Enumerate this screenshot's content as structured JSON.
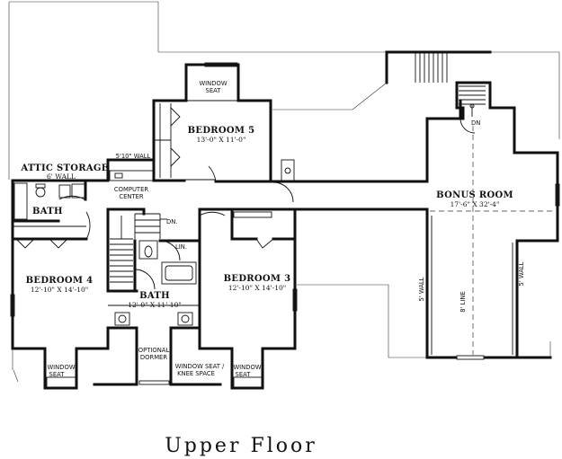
{
  "caption": "Upper Floor",
  "rooms": {
    "bedroom5": {
      "name": "BEDROOM 5",
      "dims": "13'-0\" X 11'-0\""
    },
    "bedroom4": {
      "name": "BEDROOM 4",
      "dims": "12'-10\" X 14'-10\""
    },
    "bedroom3": {
      "name": "BEDROOM 3",
      "dims": "12'-10\" X 14'-10\""
    },
    "bath_main": {
      "name": "BATH",
      "dims": "12'-0\" X 11'-10\""
    },
    "bath_small": {
      "name": "BATH"
    },
    "bonus": {
      "name": "BONUS ROOM",
      "dims": "17'-6\" X 32'-4\""
    },
    "attic": {
      "name": "ATTIC STORAGE",
      "note": "6' WALL"
    }
  },
  "labels": {
    "window_seat_top_1": "WINDOW",
    "window_seat_top_2": "SEAT",
    "wall_5_10": "5'10\" WALL",
    "computer_1": "COMPUTER",
    "computer_2": "CENTER",
    "dn_stair": "DN.",
    "dn_bonus": "DN",
    "lin": "LIN.",
    "optional_1": "OPTIONAL",
    "optional_2": "DORMER",
    "ws_knee_1": "WINDOW SEAT /",
    "ws_knee_2": "KNEE SPACE",
    "ws_left_1": "WINDOW",
    "ws_left_2": "SEAT",
    "ws_right_1": "WINDOW",
    "ws_right_2": "SEAT",
    "five_wall_left": "5' WALL",
    "five_wall_right": "5' WALL",
    "eight_line": "8' LINE"
  }
}
